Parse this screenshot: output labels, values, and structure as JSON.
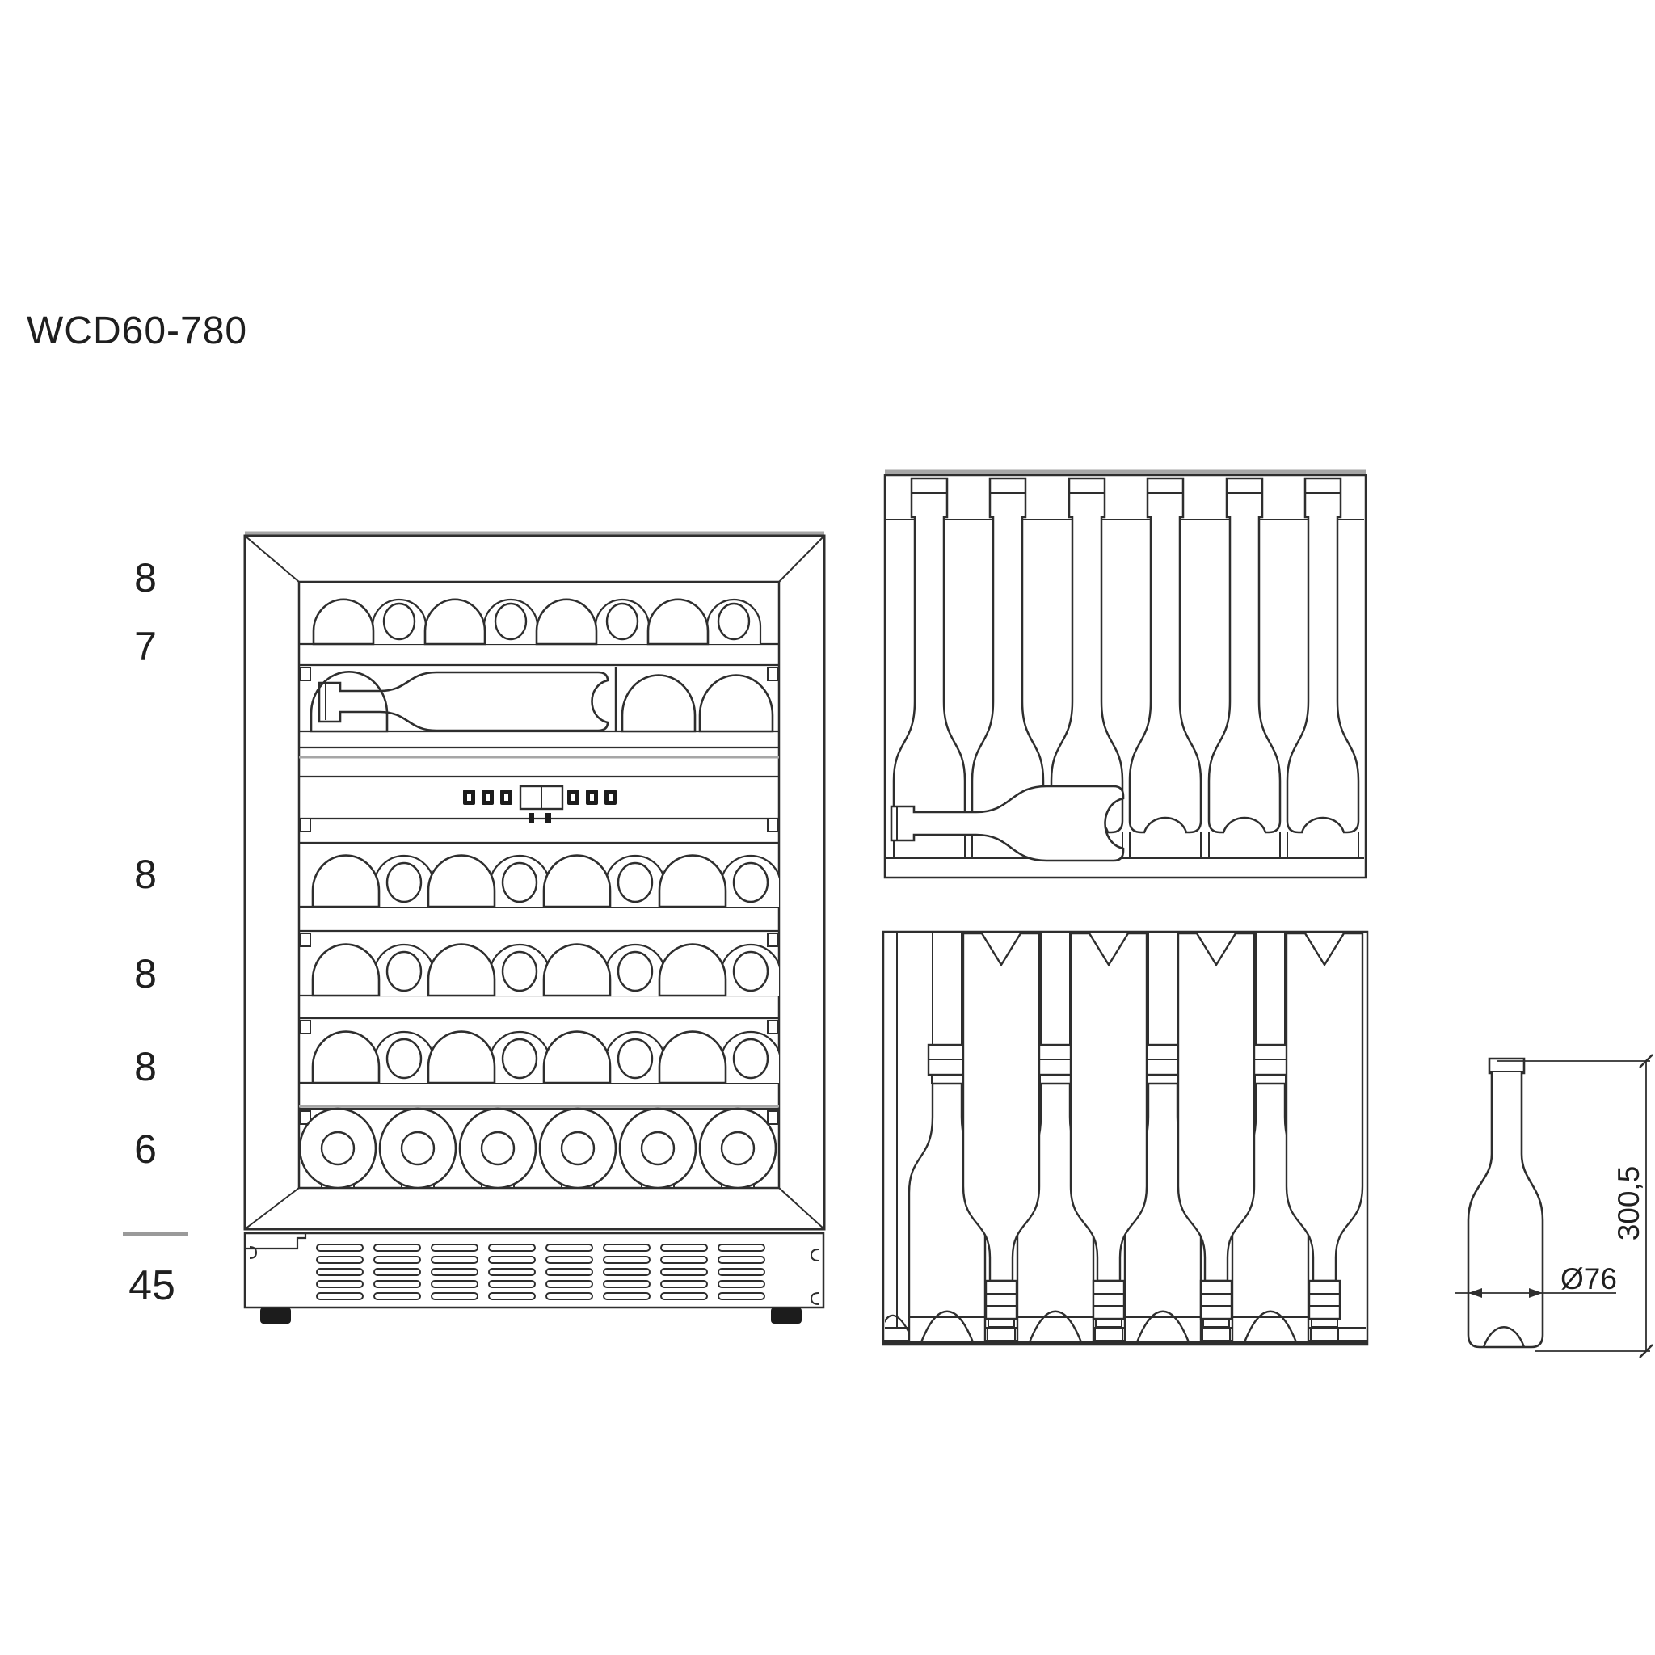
{
  "title": "WCD60-780",
  "capacity": {
    "shelf_counts": [
      "8",
      "7",
      "8",
      "8",
      "8",
      "6"
    ],
    "total": "45"
  },
  "dimensions": {
    "bottle_height": "300,5",
    "bottle_diameter": "Ø76"
  },
  "colors": {
    "line": "#2e2e2e",
    "accent_gray": "#a6a6a6",
    "foot_black": "#1c1c1c"
  }
}
